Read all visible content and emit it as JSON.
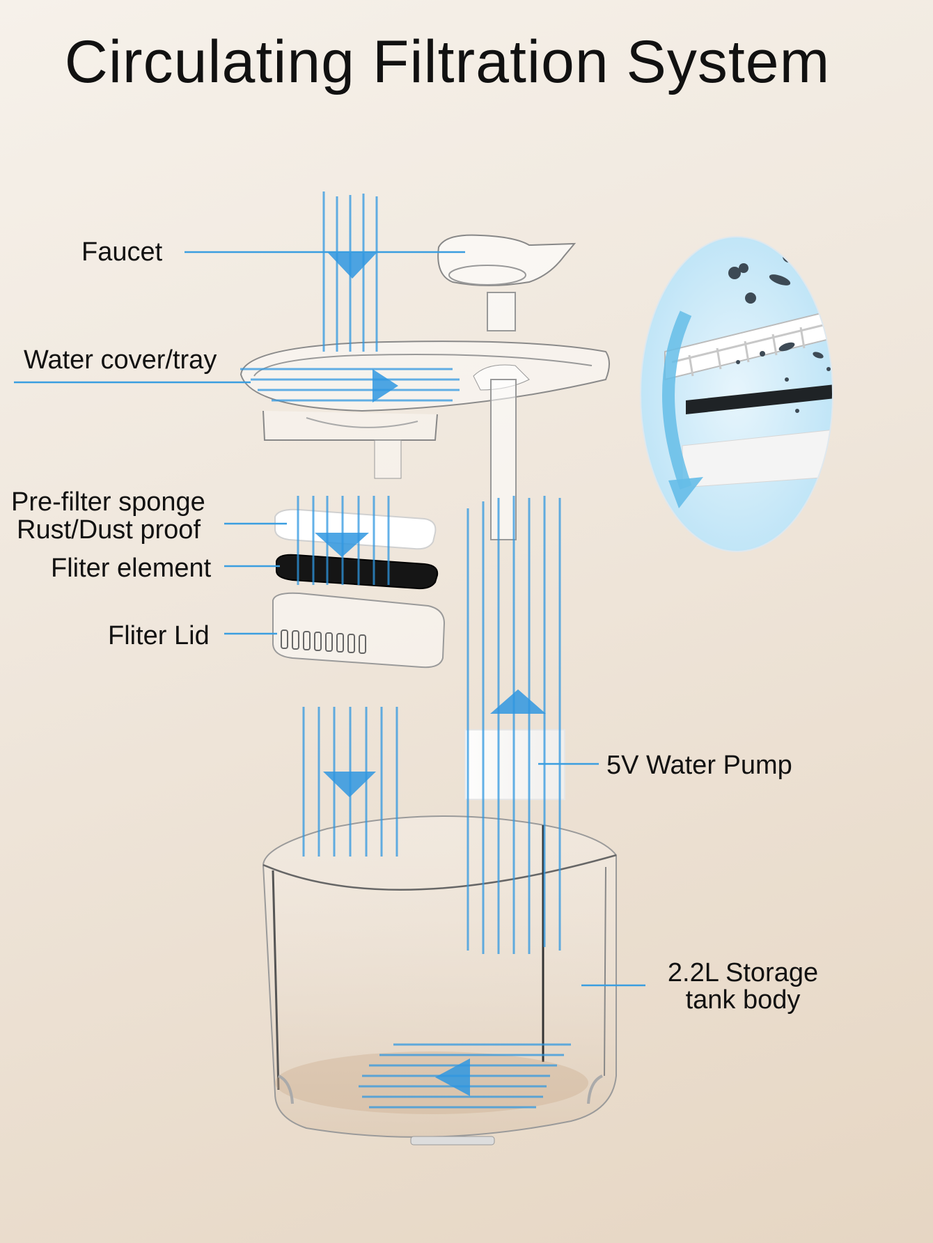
{
  "title": "Circulating Filtration System",
  "labels": {
    "faucet": "Faucet",
    "water_cover": "Water cover/tray",
    "prefilter_line1": "Pre-filter sponge",
    "prefilter_line2": "Rust/Dust proof",
    "filter_element": "Fliter element",
    "filter_lid": "Fliter Lid",
    "water_pump": "5V Water Pump",
    "storage_line1": "2.2L Storage",
    "storage_line2": "tank body"
  },
  "colors": {
    "flow_blue": "#2f97e0",
    "leader_line": "#3a9ee0",
    "background": "#f1e9df",
    "text": "#111111"
  }
}
